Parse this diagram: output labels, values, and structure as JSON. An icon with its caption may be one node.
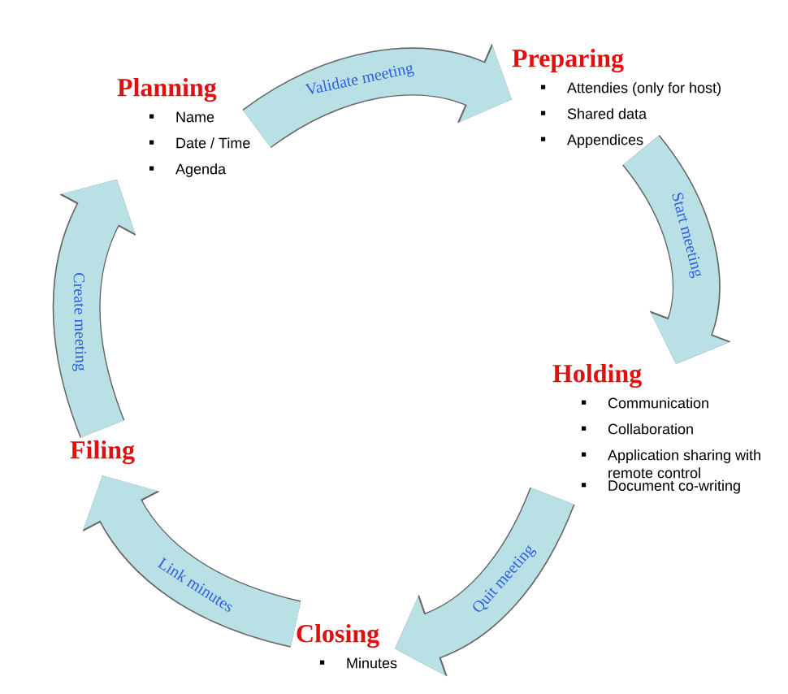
{
  "diagram": {
    "nodes": [
      {
        "text": [
          "Planning",
          "Name",
          "Date / Time",
          "Agenda"
        ]
      },
      {
        "text": [
          "Preparing",
          "Attendies (only for host)",
          "Shared data",
          "Appendices"
        ]
      },
      {
        "text": [
          "Holding",
          "Communication",
          "Collaboration",
          "Application sharing with remote control",
          "Document co-writing"
        ]
      },
      {
        "text": [
          "Closing",
          "Minutes"
        ]
      },
      {
        "text": [
          "Filing"
        ]
      }
    ],
    "edges": [
      {
        "from": 0,
        "to": 1,
        "arrow": "to",
        "label": "Validate meeting"
      },
      {
        "from": 1,
        "to": 2,
        "arrow": "to",
        "label": "Start meeting"
      },
      {
        "from": 2,
        "to": 3,
        "arrow": "to",
        "label": "Quit meeting"
      },
      {
        "from": 3,
        "to": 4,
        "arrow": "to",
        "label": "Link minutes"
      },
      {
        "from": 4,
        "to": 0,
        "arrow": "to",
        "label": "Create meeting"
      }
    ]
  }
}
